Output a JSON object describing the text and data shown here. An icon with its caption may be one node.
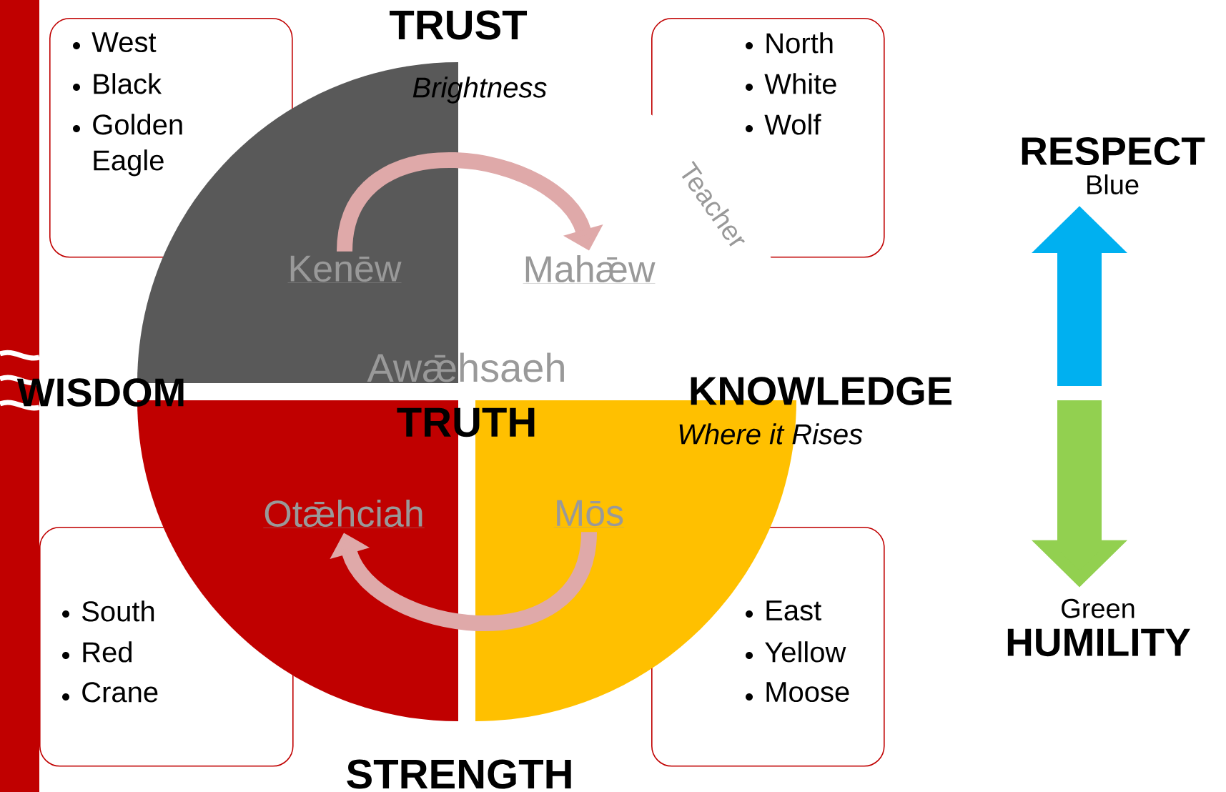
{
  "diagram": {
    "nodes": [
      {
        "text": [
          "West",
          "Black",
          "Golden Eagle"
        ]
      },
      {
        "text": [
          "North",
          "White",
          "Wolf"
        ]
      },
      {
        "text": [
          "South",
          "Red",
          "Crane"
        ]
      },
      {
        "text": [
          "East",
          "Yellow",
          "Moose"
        ]
      },
      {
        "text": [
          "Kenēw"
        ]
      },
      {
        "text": [
          "Mahǣw"
        ]
      },
      {
        "text": [
          "Otǣhciah"
        ]
      },
      {
        "text": [
          "Mōs"
        ]
      },
      {
        "text": [
          "RESPECT",
          "Blue"
        ]
      },
      {
        "text": [
          "Green",
          "HUMILITY"
        ]
      }
    ],
    "edges": [
      {
        "from": 4,
        "to": 5,
        "arrow": "to",
        "color": "#dfa9a9"
      },
      {
        "from": 7,
        "to": 6,
        "arrow": "to",
        "color": "#dfa9a9"
      },
      {
        "from": null,
        "to": 8,
        "arrow": "to",
        "color": "#00b0f0",
        "style": "thick"
      },
      {
        "from": null,
        "to": 9,
        "arrow": "to",
        "color": "#92d050",
        "style": "thick"
      }
    ],
    "labels": [
      "TRUST",
      "Brightness",
      "Teacher",
      "Awǣhsaeh",
      "WISDOM",
      "KNOWLEDGE",
      "TRUTH",
      "Where it Rises",
      "STRENGTH"
    ]
  }
}
